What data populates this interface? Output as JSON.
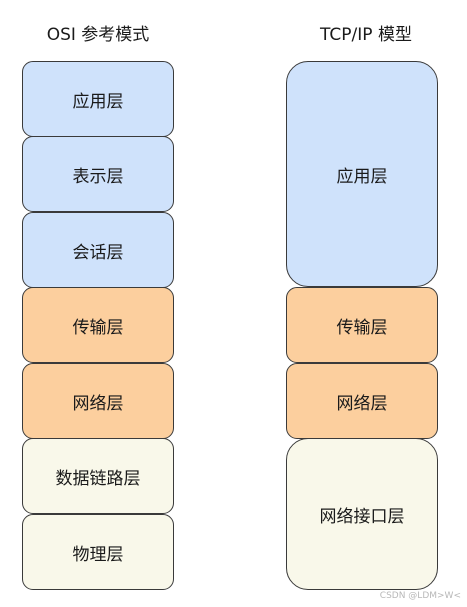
{
  "osi": {
    "title": "OSI 参考模式",
    "layers": [
      {
        "label": "应用层",
        "color": "#cfe2fb"
      },
      {
        "label": "表示层",
        "color": "#cfe2fb"
      },
      {
        "label": "会话层",
        "color": "#cfe2fb"
      },
      {
        "label": "传输层",
        "color": "#fccf9e"
      },
      {
        "label": "网络层",
        "color": "#fccf9e"
      },
      {
        "label": "数据链路层",
        "color": "#f9f8ea"
      },
      {
        "label": "物理层",
        "color": "#f9f8ea"
      }
    ]
  },
  "tcpip": {
    "title": "TCP/IP 模型",
    "layers": [
      {
        "label": "应用层",
        "color": "#cfe2fb"
      },
      {
        "label": "传输层",
        "color": "#fccf9e"
      },
      {
        "label": "网络层",
        "color": "#fccf9e"
      },
      {
        "label": "网络接口层",
        "color": "#f9f8ea"
      }
    ]
  },
  "watermark": "CSDN @LDM>W<"
}
